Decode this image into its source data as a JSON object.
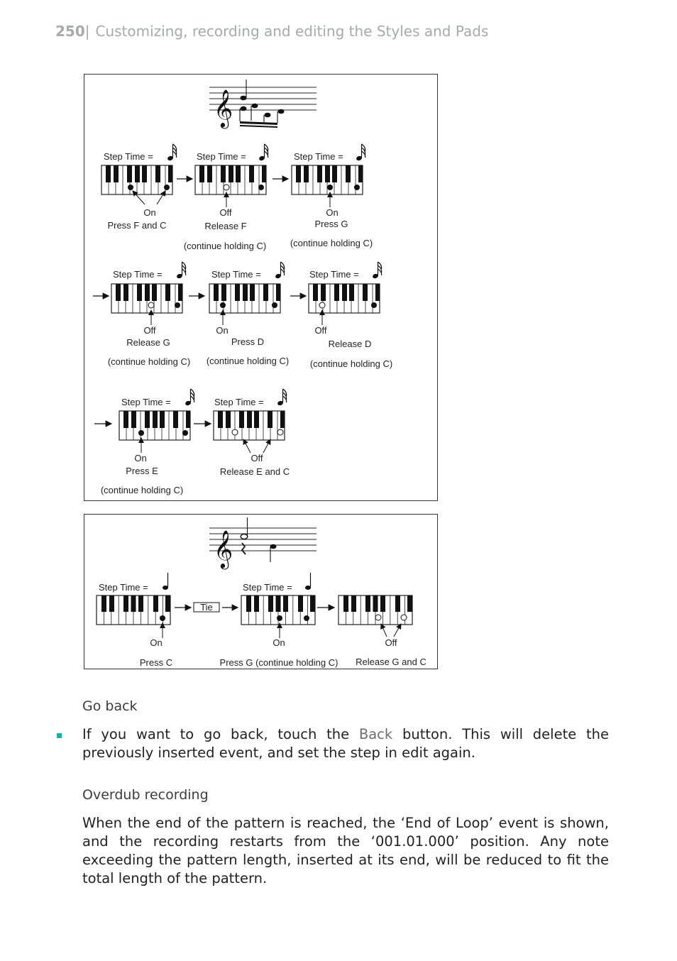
{
  "header": {
    "page_number": "250",
    "separator": "|",
    "title": "Customizing, recording and editing the Styles and Pads"
  },
  "figure1": {
    "step_label": "Step Time =",
    "row1": [
      {
        "state": "On",
        "action": "Press F and C",
        "note": ""
      },
      {
        "state": "Off",
        "action": "Release F",
        "note": "(continue holding C)"
      },
      {
        "state": "On",
        "action": "Press G",
        "note": "(continue holding C)"
      }
    ],
    "row2": [
      {
        "state": "Off",
        "action": "Release G",
        "note": "(continue holding C)"
      },
      {
        "state": "On",
        "action": "Press D",
        "note": "(continue holding C)"
      },
      {
        "state": "Off",
        "action": "Release D",
        "note": "(continue holding C)"
      }
    ],
    "row3": [
      {
        "state": "On",
        "action": "Press E",
        "note": "(continue holding C)"
      },
      {
        "state": "Off",
        "action": "Release E and C",
        "note": ""
      }
    ]
  },
  "figure2": {
    "step_label": "Step Time =",
    "tie_label": "Tie",
    "items": [
      {
        "state": "On",
        "action": "Press C"
      },
      {
        "state": "On",
        "action": "Press G (continue holding C)"
      },
      {
        "state": "Off",
        "action": "Release G and C"
      }
    ]
  },
  "sections": {
    "go_back_heading": "Go back",
    "go_back_pre": "If you want to go back, touch the ",
    "go_back_button": "Back",
    "go_back_post": " button. This will delete the previously inserted event, and set the step in edit again.",
    "overdub_heading": "Overdub recording",
    "overdub_text": "When the end of the pattern is reached, the ‘End of Loop’ event is shown, and the recording restarts from the ‘001.01.000’ position. Any note exceeding the pattern length, inserted at its end, will be reduced to fit the total length of the pattern."
  }
}
